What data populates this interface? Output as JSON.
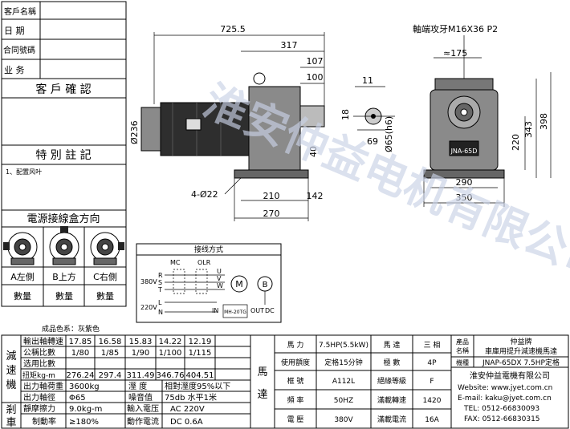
{
  "left_panel": {
    "client_name_label": "客戶名稱",
    "date_label": "日 期",
    "contract_label": "合同號碼",
    "sales_label": "业 务",
    "confirm_label": "客 戶 確 認",
    "special_label": "特 別 註 記",
    "special_note": "1、配置风叶",
    "junction_title": "電源接線盒方向",
    "positions": [
      {
        "label": "A左側",
        "qty": "數量"
      },
      {
        "label": "B上方",
        "qty": "數量"
      },
      {
        "label": "C右側",
        "qty": "數量"
      }
    ]
  },
  "drawing": {
    "dims_top": [
      "725.5",
      "317",
      "107",
      "100",
      "11"
    ],
    "shaft_note": "軸端攻牙M16X36 P2",
    "dim_175": "≈175",
    "dia_236": "Ø236",
    "dim_40": "40",
    "hole_note": "4-Ø22",
    "dims_bottom": [
      "210",
      "142",
      "270"
    ],
    "dim_18": "18",
    "dim_69": "69",
    "dia_65": "Ø65(h6)",
    "dims_right": [
      "220",
      "343",
      "398"
    ],
    "dims_base": [
      "290",
      "350"
    ],
    "nameplate": "JNA-65D",
    "watermark": "淮安仲益电机有限公司"
  },
  "wiring": {
    "title": "接线方式",
    "mc": "MC",
    "olr": "OLR",
    "v380": "380V",
    "v220": "220V",
    "phases_in": [
      "R",
      "S",
      "T"
    ],
    "phases_out": [
      "U",
      "V",
      "W"
    ],
    "lines_220": [
      "L",
      "N"
    ],
    "motor": "M",
    "brake": "B",
    "in_label": "IN",
    "rectifier": "MH-20TG",
    "out_label": "OUT",
    "dc_label": "DC"
  },
  "reducer": {
    "color_label": "成品色系：灰紫色",
    "section_label": "減速機",
    "output_speed_label": "輸出軸轉速",
    "speeds": [
      "17.85",
      "16.58",
      "15.83",
      "14.22",
      "12.19"
    ],
    "ratio_label": "公稱比數",
    "ratios": [
      "1/80",
      "1/85",
      "1/90",
      "1/100",
      "1/115"
    ],
    "selected_label": "选用比數",
    "torque_label": "扭矩kg-m",
    "torques": [
      "276.24",
      "297.4",
      "311.49",
      "346.76",
      "404.51"
    ],
    "load_label": "出力軸荷重",
    "load": "3600kg",
    "humidity_label": "溼 度",
    "humidity": "相對溼度95%以下",
    "shaft_dia_label": "出力軸徑",
    "shaft_dia": "Φ65",
    "noise_label": "噪音值",
    "noise": "75db 水平1米"
  },
  "brake": {
    "section_label": "剎車",
    "friction_label": "靜摩擦力",
    "friction": "9.0kg-m",
    "input_voltage_label": "輸入電压",
    "input_voltage": "AC 220V",
    "brake_ratio_label": "制動率",
    "brake_ratio": "≥180%",
    "current_label": "動作電流",
    "current": "DC 0.6A"
  },
  "motor": {
    "section_label": "馬達",
    "rows": [
      {
        "l1": "馬 力",
        "v1": "7.5HP(5.5kW)",
        "l2": "馬 達",
        "v2": "三 相"
      },
      {
        "l1": "使用額度",
        "v1": "定格15分钟",
        "l2": "極 數",
        "v2": "4P"
      },
      {
        "l1": "框 號",
        "v1": "A112L",
        "l2": "絕緣等級",
        "v2": "F"
      },
      {
        "l1": "頻 率",
        "v1": "50HZ",
        "l2": "滿載轉速",
        "v2": "1420"
      },
      {
        "l1": "電 壓",
        "v1": "380V",
        "l2": "滿載電流",
        "v2": "16A"
      }
    ]
  },
  "product": {
    "name_label": "產品名稱",
    "name_line1": "仲益牌",
    "name_line2": "車庫用提升減速機馬達",
    "model_label": "機種",
    "model": "JNAP-65DX 7.5HP定格",
    "company": "淮安仲益電機有限公司",
    "website": "Website: www.jyet.com.cn",
    "email": "E-mail: kaku@jyet.com.cn",
    "tel": "TEL: 0512-66830093",
    "fax": "FAX: 0512-66830315"
  }
}
